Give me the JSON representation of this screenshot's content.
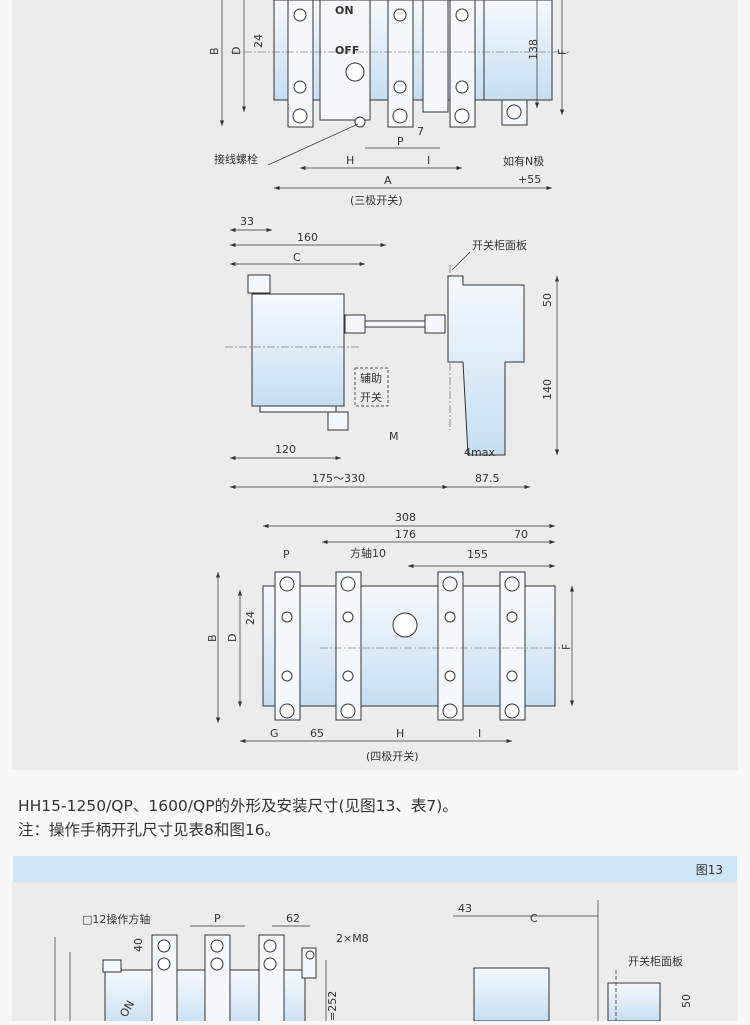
{
  "top_figure": {
    "three_pole": {
      "labels": {
        "B": "B",
        "D": "D",
        "d24": "24",
        "on": "ON",
        "off": "OFF",
        "d138": "138",
        "F": "F",
        "P": "P",
        "d7": "7",
        "H": "H",
        "I": "I",
        "A": "A",
        "bolt": "接线螺栓",
        "n_pole": "如有N极",
        "n_add": "+55"
      },
      "caption": "(三极开关)"
    },
    "side_view": {
      "labels": {
        "d33": "33",
        "d160": "160",
        "C": "C",
        "panel": "开关柜面板",
        "d50": "50",
        "d140": "140",
        "aux1": "辅助",
        "aux2": "开关",
        "M": "M",
        "d120": "120",
        "d4max": "4max",
        "range": "175～330",
        "d87": "87.5"
      }
    },
    "four_pole": {
      "labels": {
        "d308": "308",
        "d176": "176",
        "d70": "70",
        "P": "P",
        "shaft": "方轴10",
        "d155": "155",
        "B": "B",
        "D": "D",
        "d24": "24",
        "F": "F",
        "G": "G",
        "d65": "65",
        "H": "H",
        "I": "I"
      },
      "caption": "(四极开关)"
    }
  },
  "description": {
    "line1": "HH15-1250/QP、1600/QP的外形及安装尺寸(见图13、表7)。",
    "line2": "注：操作手柄开孔尺寸见表8和图16。"
  },
  "bottom_figure": {
    "title": "图13",
    "labels": {
      "shaft": "□12操作方轴",
      "P": "P",
      "d62": "62",
      "m8": "2×M8",
      "d40": "40",
      "on": "ON",
      "d252": "=252",
      "d43": "43",
      "C": "C",
      "panel": "开关柜面板",
      "d50": "50"
    }
  },
  "colors": {
    "panel": "#ececec",
    "header": "#cfe6f7",
    "body_top": "#f6f9fc",
    "body_bottom": "#c9e1f4"
  }
}
